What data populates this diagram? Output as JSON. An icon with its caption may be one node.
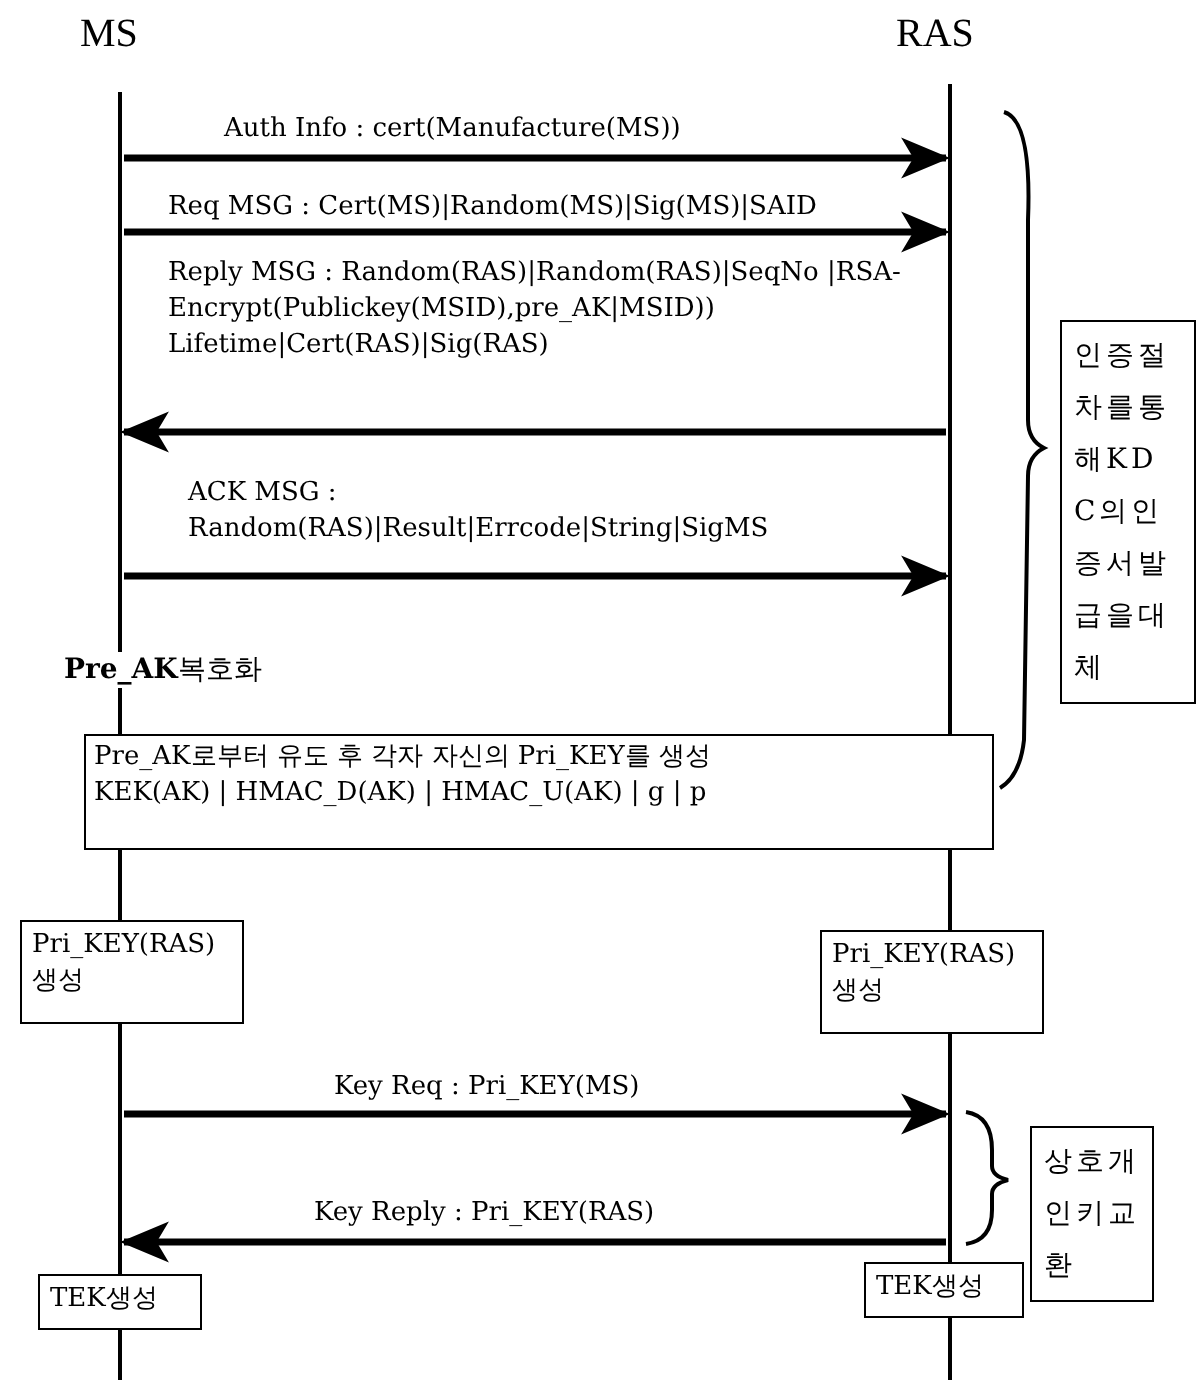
{
  "diagram": {
    "nodes": [
      {
        "text": [
          "MS"
        ]
      },
      {
        "text": [
          "RAS"
        ]
      },
      {
        "text": [
          "Pre_AK로부터 유도 후 각자 자신의 Pri_KEY를 생성",
          "KEK(AK) | HMAC_D(AK) | HMAC_U(AK) | g | p"
        ]
      },
      {
        "text": [
          "Pri_KEY(RAS) 생성"
        ]
      },
      {
        "text": [
          "Pri_KEY(RAS) 생성"
        ]
      },
      {
        "text": [
          "TEK생성"
        ]
      },
      {
        "text": [
          "TEK생성"
        ]
      },
      {
        "text": [
          "인증절차를통해KDC의인증서발급을대체"
        ]
      },
      {
        "text": [
          "상호개인키교환"
        ]
      }
    ],
    "edges": [
      {
        "from": 0,
        "to": 1,
        "arrow": "to",
        "label": "Auth Info : cert(Manufacture(MS))"
      },
      {
        "from": 0,
        "to": 1,
        "arrow": "to",
        "label": "Req MSG : Cert(MS)|Random(MS)|Sig(MS)|SAID"
      },
      {
        "from": 1,
        "to": 0,
        "arrow": "to",
        "label": "Reply MSG : Random(RAS)|Random(RAS)|SeqNo |RSA-Encrypt(Publickey(MSID),pre_AK|MSID)) Lifetime|Cert(RAS)|Sig(RAS)"
      },
      {
        "from": 0,
        "to": 1,
        "arrow": "to",
        "label": "ACK MSG : Random(RAS)|Result|Errcode|String|SigMS"
      },
      {
        "from": 0,
        "to": 1,
        "arrow": "to",
        "label": "Key Req : Pri_KEY(MS)"
      },
      {
        "from": 1,
        "to": 0,
        "arrow": "to",
        "label": "Key Reply : Pri_KEY(RAS)"
      }
    ],
    "labels": [
      "**Pre_AK**복호화"
    ]
  }
}
